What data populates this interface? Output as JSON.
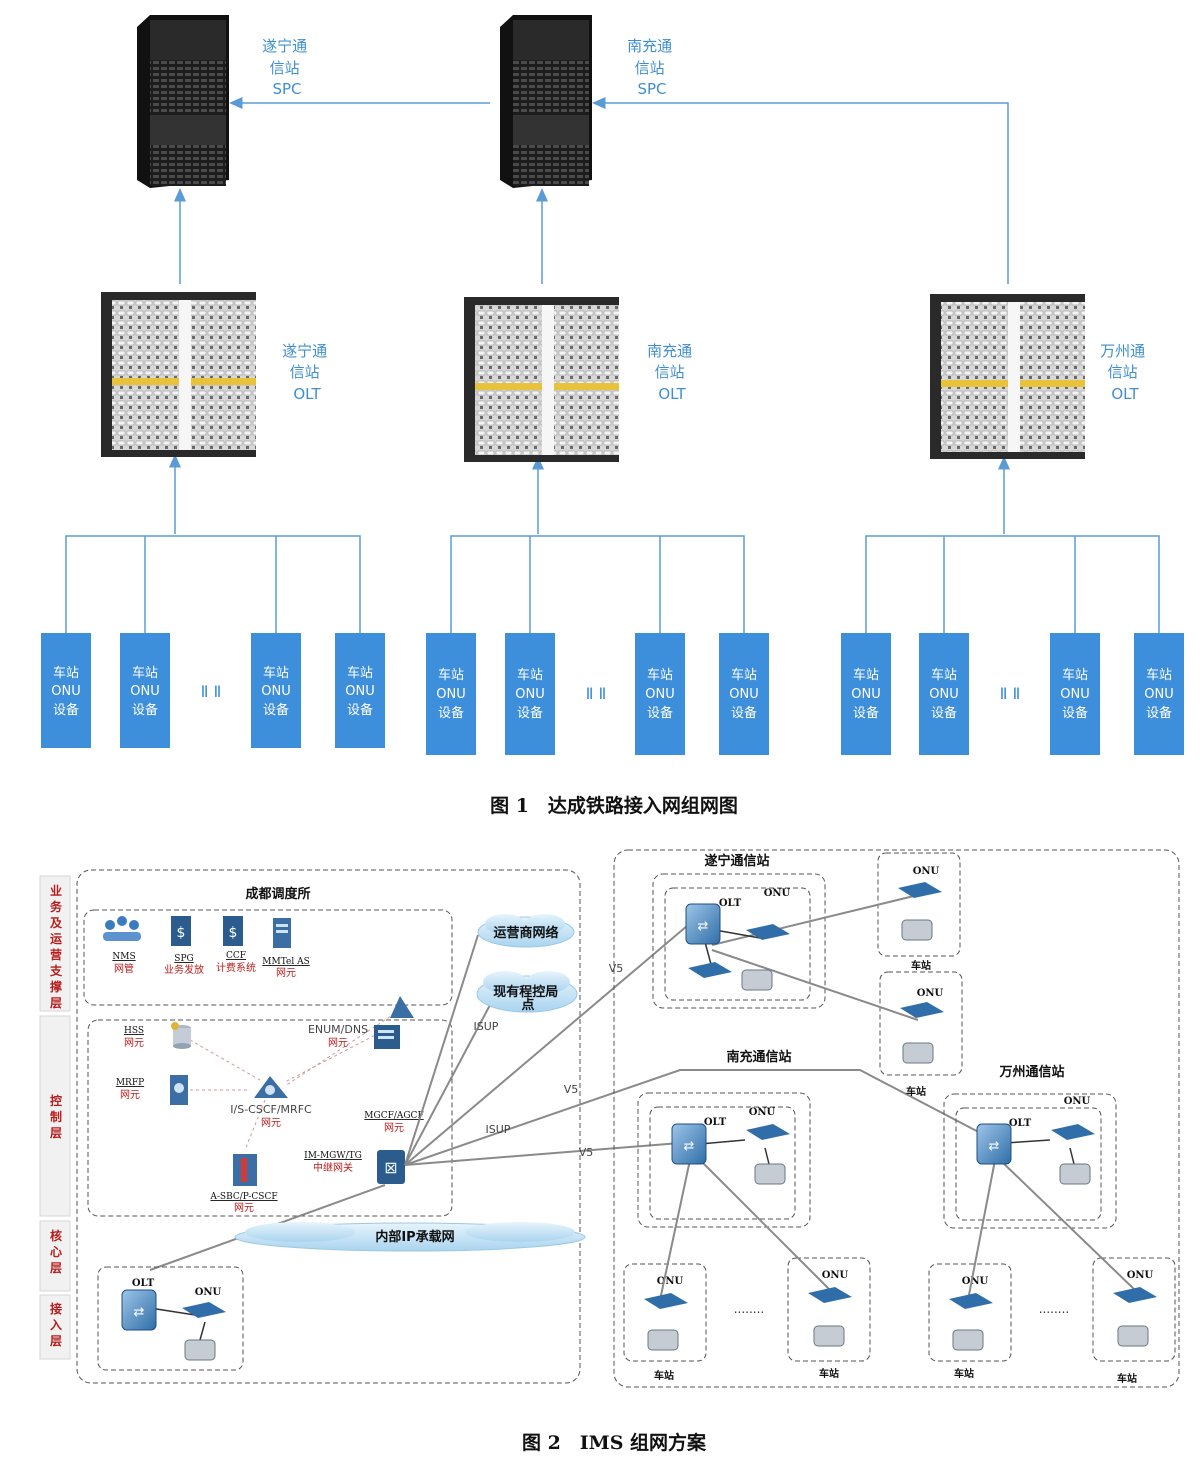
{
  "figure1": {
    "caption": "图 1　达成铁路接入网组网图",
    "spc_nodes": [
      {
        "line1": "遂宁通",
        "line2": "信站",
        "line3": "SPC"
      },
      {
        "line1": "南充通",
        "line2": "信站",
        "line3": "SPC"
      }
    ],
    "olt_nodes": [
      {
        "line1": "遂宁通",
        "line2": "信站",
        "line3": "OLT"
      },
      {
        "line1": "南充通",
        "line2": "信站",
        "line3": "OLT"
      },
      {
        "line1": "万州通",
        "line2": "信站",
        "line3": "OLT"
      }
    ],
    "onu_box": {
      "line1": "车站",
      "line2": "ONU",
      "line3": "设备"
    },
    "ellipsis": "Ⅱ Ⅱ",
    "colors": {
      "blue_line": "#5b9bd5",
      "onu_fill": "#3d8edb",
      "label_blue": "#3f8fd0"
    }
  },
  "figure2": {
    "caption": "图 2　IMS 组网方案",
    "layers": [
      "业务及运营支撑层",
      "控制层",
      "核心层",
      "接入层"
    ],
    "chengdu_title": "成都调度所",
    "services": [
      {
        "name": "NMS",
        "desc": "网管",
        "icon": "people-icon"
      },
      {
        "name": "SPG",
        "desc": "业务发放",
        "icon": "dollar-server-icon"
      },
      {
        "name": "CCF",
        "desc": "计费系统",
        "icon": "dollar-server-icon"
      },
      {
        "name": "MMTel AS",
        "desc": "网元",
        "icon": "server-icon"
      }
    ],
    "control": {
      "hss": {
        "name": "HSS",
        "desc": "网元"
      },
      "mrfp": {
        "name": "MRFP",
        "desc": "网元"
      },
      "enum": {
        "name": "ENUM/DNS",
        "desc": "网元"
      },
      "cscf": {
        "name": "I/S-CSCF/MRFC",
        "desc": "网元"
      },
      "sbc": {
        "name": "A-SBC/P-CSCF",
        "desc": "网元"
      },
      "mgcf": {
        "name": "MGCF/AGCF",
        "desc": "网元"
      },
      "mgw": {
        "name": "IM-MGW/TG",
        "desc": "中继网关"
      }
    },
    "clouds": {
      "carrier": "运营商网络",
      "pstn_line1": "现有程控局",
      "pstn_line2": "点",
      "ip_core": "内部IP承载网"
    },
    "link_labels": {
      "v5a": "V5",
      "isup_a": "ISUP",
      "v5b": "V5",
      "isup_b": "ISUP",
      "v5c": "V5"
    },
    "stations": {
      "suining": "遂宁通信站",
      "nanchong": "南充通信站",
      "wanzhou": "万州通信站"
    },
    "device_labels": {
      "olt": "OLT",
      "onu": "ONU",
      "station": "车站",
      "dots": "........"
    }
  }
}
